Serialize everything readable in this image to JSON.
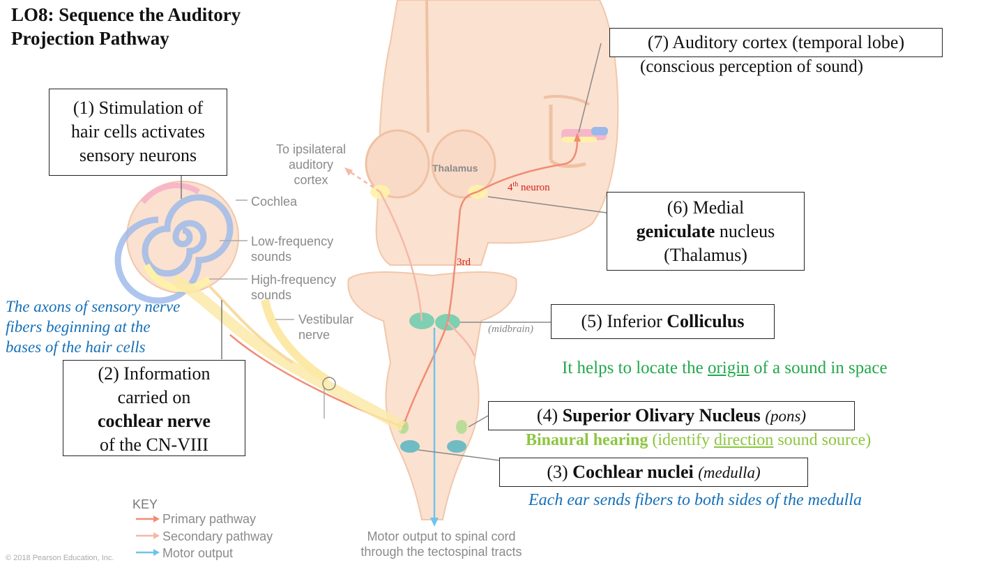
{
  "title": {
    "line1": "LO8: Sequence the Auditory",
    "line2": "Projection Pathway"
  },
  "boxes": {
    "b1": {
      "l1": "(1) Stimulation of",
      "l2": "hair cells activates",
      "l3": "sensory neurons"
    },
    "b2": {
      "l1": "(2) Information",
      "l2": "carried on",
      "l3": "cochlear nerve",
      "l4": "of the CN-VIII"
    },
    "b3": {
      "num": "(3)",
      "bold": "Cochlear nuclei",
      "it": "(medulla)"
    },
    "b4": {
      "num": "(4)",
      "bold": "Superior Olivary Nucleus",
      "it": "(pons)"
    },
    "b5": {
      "pre": "(5) Inferior",
      "bold": "Colliculus"
    },
    "b6": {
      "l1": "(6) Medial",
      "bold": "geniculate",
      "rest": "nucleus",
      "l3": "(Thalamus)"
    },
    "b7": {
      "l1": "(7) Auditory cortex (temporal lobe)"
    }
  },
  "notes": {
    "conscious": "(conscious perception of sound)",
    "axons": [
      "The axons of sensory nerve",
      "fibers beginning at the",
      "bases of the hair cells"
    ],
    "locate_pre": "It helps to locate the",
    "locate_u": "origin",
    "locate_post": "of a sound in space",
    "binaural_bold": "Binaural hearing",
    "binaural_pre": "(identify",
    "binaural_u": "direction",
    "binaural_post": "sound source)",
    "each_ear": "Each ear sends fibers to both sides of the medulla",
    "midbrain": "(midbrain)",
    "fourth": "4",
    "fourth_sup": "th",
    "fourth_post": "neuron",
    "third": "3rd"
  },
  "figure_labels": {
    "ipsi": [
      "To ipsilateral",
      "auditory",
      "cortex"
    ],
    "thalamus": "Thalamus",
    "cochlea": "Cochlea",
    "low": [
      "Low-frequency",
      "sounds"
    ],
    "high": [
      "High-frequency",
      "sounds"
    ],
    "vestibular": [
      "Vestibular",
      "nerve"
    ],
    "motor": [
      "Motor output to spinal cord",
      "through the tectospinal tracts"
    ]
  },
  "key": {
    "title": "KEY",
    "items": [
      {
        "label": "Primary pathway",
        "color": "#f08c76"
      },
      {
        "label": "Secondary pathway",
        "color": "#f6b8a8"
      },
      {
        "label": "Motor output",
        "color": "#6ec4ee"
      }
    ]
  },
  "copyright": "© 2018 Pearson Education, Inc.",
  "colors": {
    "brain": "#fbe1cf",
    "brain_edge": "#f1c7ab",
    "primary": "#f08c76",
    "motor": "#6ec4ee",
    "nucleus_green": "#7fcfb2",
    "nucleus_teal": "#6fbcc4",
    "accent_blue": "#1670b8",
    "accent_green": "#22a84a",
    "accent_lgreen": "#8cc63f"
  }
}
